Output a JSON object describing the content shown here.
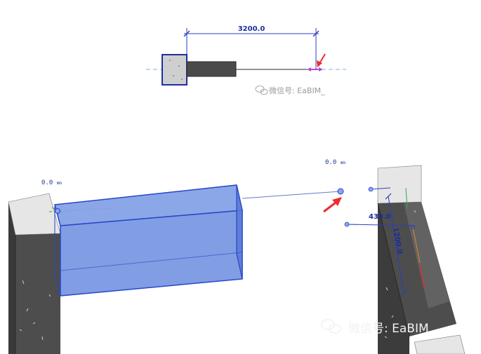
{
  "plan_view": {
    "dimension_label": "3200.0",
    "watermark": "微信号: EaBIM_"
  },
  "view_3d": {
    "offset_label_left": "0.0",
    "offset_unit_left": "mm",
    "offset_label_right": "0.0",
    "offset_unit_right": "mm",
    "dimension_width": "430.0",
    "dimension_height": "1200.0",
    "watermark": "微信号: EaBIM"
  },
  "colors": {
    "dimension": "#2b3fbf",
    "selection_fill": "#6f8fe0",
    "selection_edge": "#2746c9",
    "arrow": "#ee2b2b",
    "concrete_dark": "#4c4c4c",
    "concrete_top": "#e3e3e3",
    "move_handle": "#b84cd8"
  },
  "icons": {
    "wechat": "wechat-icon",
    "arrow": "red-pointer-arrow-icon"
  }
}
